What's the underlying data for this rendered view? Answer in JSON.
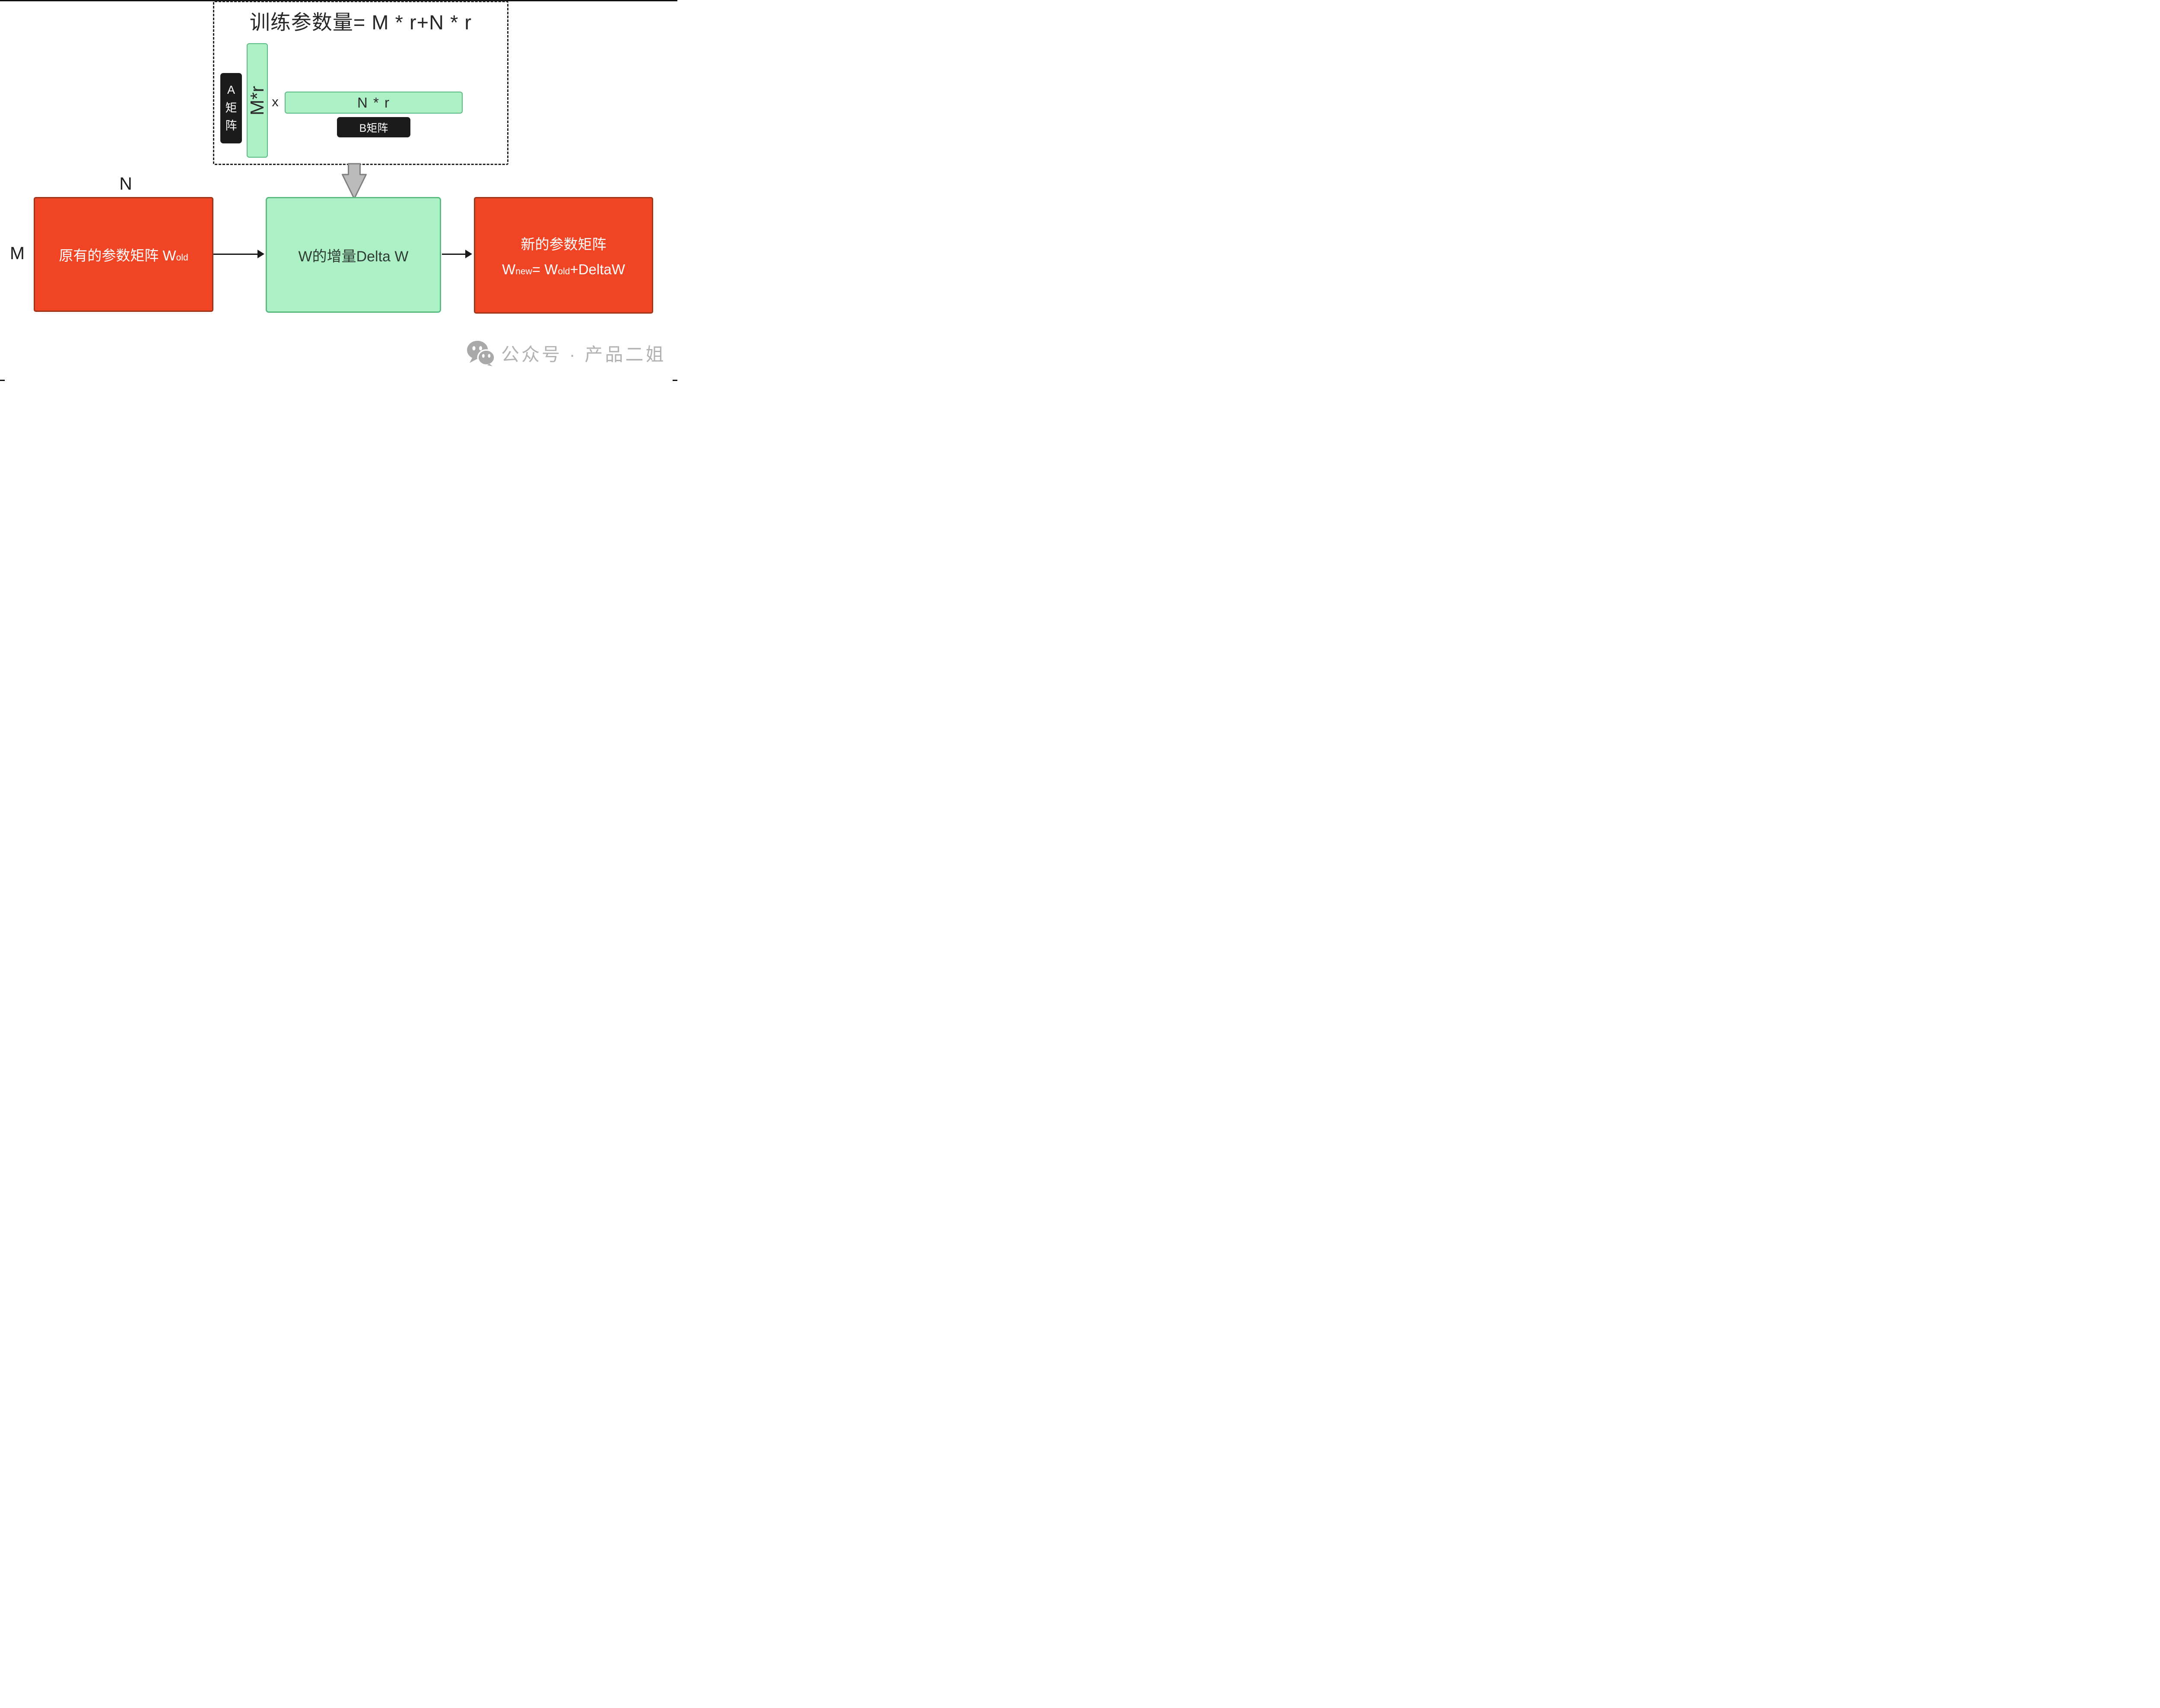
{
  "formula_panel": {
    "title": "训练参数量= M * r+N * r",
    "a_matrix_chars": [
      "A",
      "矩",
      "阵"
    ],
    "m_r_label": "M*r",
    "multiply_symbol": "x",
    "n_r_label": "N * r",
    "b_matrix_label": "B矩阵"
  },
  "matrices": {
    "row_dim_label": "M",
    "col_dim_label": "N",
    "old_matrix": {
      "text_main": "原有的参数矩阵 W",
      "text_sub": "old"
    },
    "delta_matrix": {
      "label": "W的增量Delta W"
    },
    "new_matrix": {
      "title": "新的参数矩阵",
      "f_w": "W",
      "f_new": "new",
      "f_mid": "= W",
      "f_old": "old",
      "f_tail": "+DeltaW"
    }
  },
  "watermark": {
    "icon": "wechat-icon",
    "text": "公众号 · 产品二姐"
  },
  "colors": {
    "matrix_red": "#f04524",
    "matrix_red_border": "#9e3418",
    "lora_green": "#aef0c6",
    "lora_green_border": "#58bb80",
    "label_black": "#1b1b1b",
    "arrow_gray": "#bababa",
    "arrow_gray_border": "#7f7f7f",
    "watermark_gray": "#b2b2b2"
  }
}
